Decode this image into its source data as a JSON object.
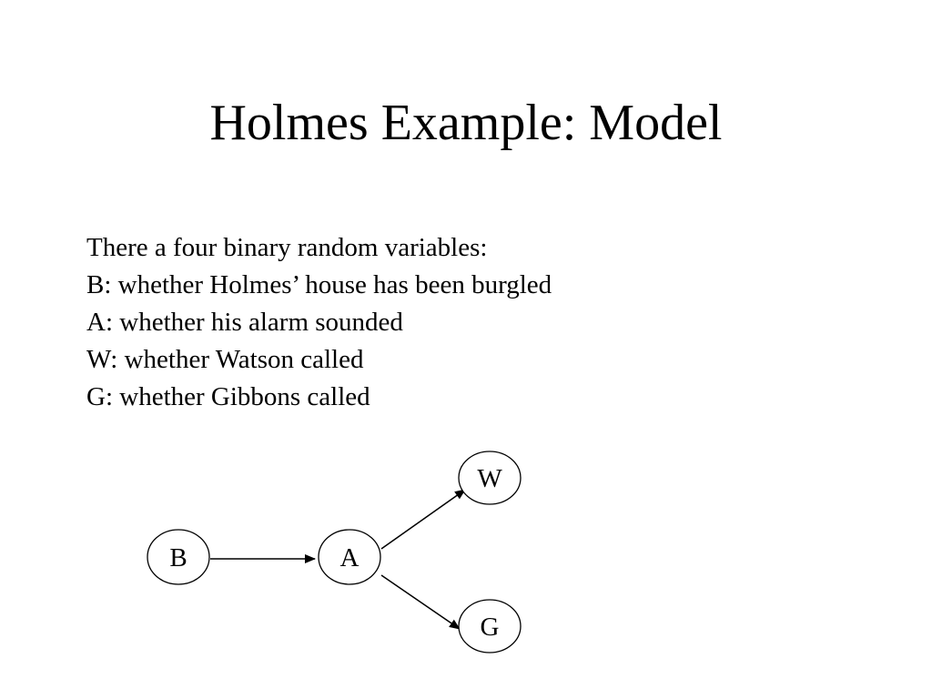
{
  "slide": {
    "title": "Holmes Example: Model",
    "lines": [
      "There a four binary random variables:",
      "B: whether Holmes’ house has been burgled",
      "A: whether his alarm sounded",
      "W: whether Watson called",
      "G: whether Gibbons called"
    ]
  },
  "diagram": {
    "nodes": [
      {
        "id": "B",
        "label": "B"
      },
      {
        "id": "A",
        "label": "A"
      },
      {
        "id": "W",
        "label": "W"
      },
      {
        "id": "G",
        "label": "G"
      }
    ],
    "edges": [
      {
        "from": "B",
        "to": "A"
      },
      {
        "from": "A",
        "to": "W"
      },
      {
        "from": "A",
        "to": "G"
      }
    ]
  }
}
